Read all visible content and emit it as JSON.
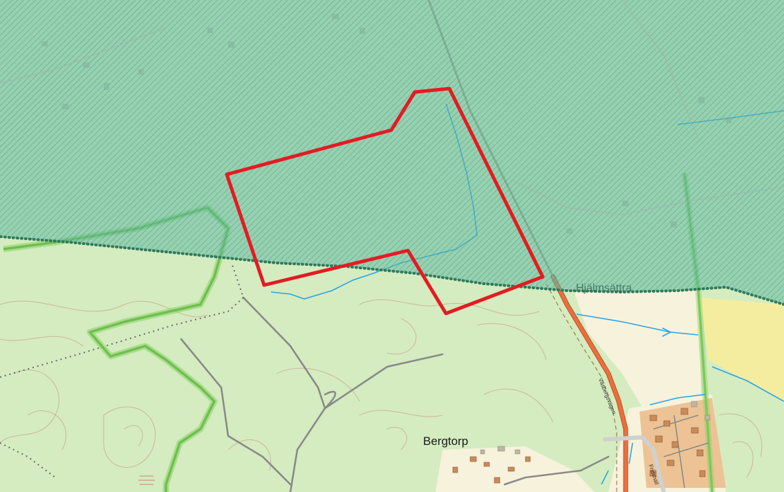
{
  "map": {
    "places": [
      {
        "name": "Bergtorp"
      },
      {
        "name": "Hjälmsättra"
      }
    ],
    "roads": [
      {
        "name": "Väsbergsvägen"
      },
      {
        "name": "Fridshäll"
      }
    ],
    "colors": {
      "land": "#d4ecc0",
      "forest_edge": "#6fbf4f",
      "protected_zone": "#4fb3a0",
      "protected_border": "#2f7a5c",
      "survey_outline": "#e41b23",
      "main_road": "#e05a2a",
      "stream": "#2aa3e6",
      "settlement": "#fbf4dc",
      "field": "#f4eda0",
      "building": "#c98a5a",
      "path": "#8a8a8a"
    }
  }
}
